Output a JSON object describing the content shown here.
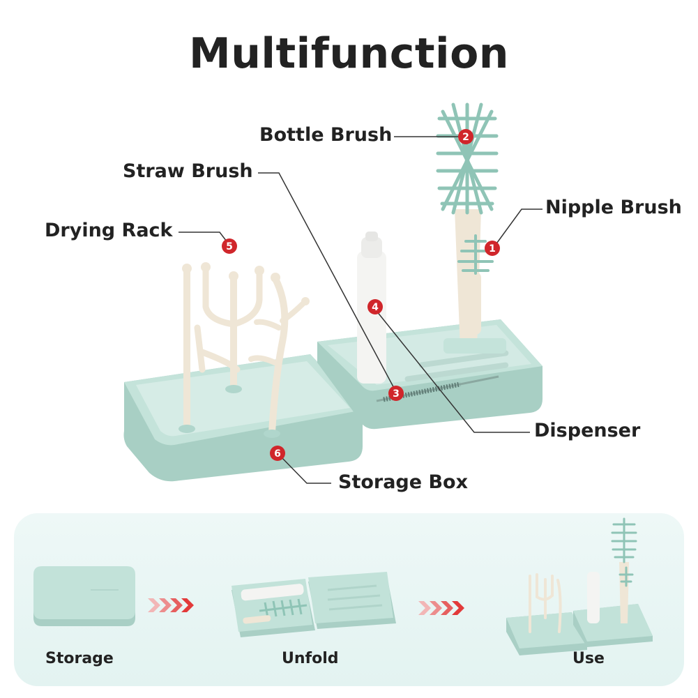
{
  "title": "Multifunction",
  "callouts": {
    "bottle_brush": {
      "number": "2",
      "label": "Bottle Brush"
    },
    "straw_brush": {
      "number": "3",
      "label": "Straw Brush"
    },
    "nipple_brush": {
      "number": "1",
      "label": "Nipple Brush"
    },
    "drying_rack": {
      "number": "5",
      "label": "Drying Rack"
    },
    "dispenser": {
      "number": "4",
      "label": "Dispenser"
    },
    "storage_box": {
      "number": "6",
      "label": "Storage Box"
    }
  },
  "steps": [
    {
      "label": "Storage"
    },
    {
      "label": "Unfold"
    },
    {
      "label": "Use"
    }
  ],
  "colors": {
    "product_mint": "#b9dcd3",
    "product_cream": "#f2eadc",
    "badge_red": "#d0262b",
    "arrow_red": "#e23a3a",
    "panel_bg": "#e6f4f2",
    "text": "#222222"
  }
}
